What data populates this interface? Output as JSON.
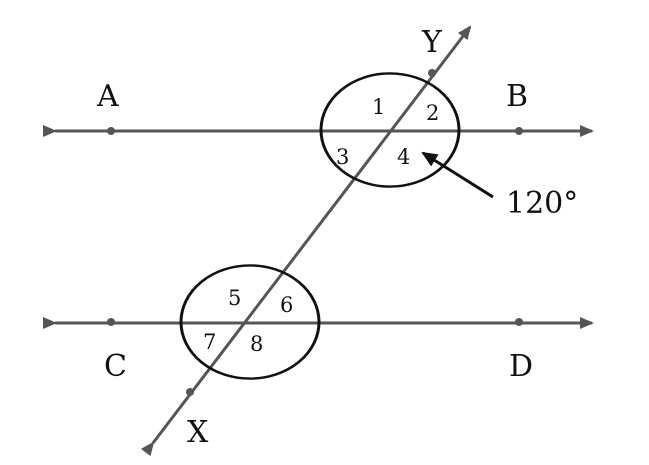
{
  "points": {
    "A": "A",
    "B": "B",
    "C": "C",
    "D": "D",
    "X": "X",
    "Y": "Y"
  },
  "angle_numbers": [
    "1",
    "2",
    "3",
    "4",
    "5",
    "6",
    "7",
    "8"
  ],
  "given_angle": {
    "angle": "4",
    "label": "120°"
  },
  "colors": {
    "line": "#555555",
    "circle": "#111111",
    "text": "#111111"
  }
}
